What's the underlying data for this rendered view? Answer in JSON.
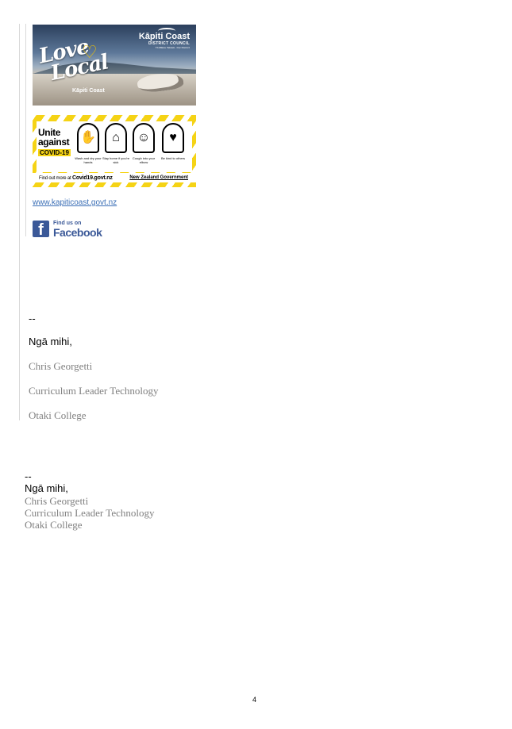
{
  "quoted_signature": {
    "love_local_banner": {
      "headline_line1": "Love",
      "headline_line2": "Local",
      "place_caption": "Kāpiti Coast",
      "logo_main": "Kāpiti Coast",
      "logo_sub": "DISTRICT COUNCIL",
      "logo_tagline": "Tō Mātou Takiwā · Our District"
    },
    "covid_banner": {
      "title_line1": "Unite",
      "title_line2": "against",
      "title_tag": "COVID-19",
      "icons": [
        {
          "icon": "washing-hands-icon",
          "caption": "Wash and dry your hands"
        },
        {
          "icon": "stay-home-icon",
          "caption": "Stay home if you're sick"
        },
        {
          "icon": "cough-elbow-icon",
          "caption": "Cough into your elbow"
        },
        {
          "icon": "heart-icon",
          "caption": "Be kind to others"
        }
      ],
      "find_more_prefix": "Find out more at ",
      "find_more_site": "Covid19.govt.nz",
      "nz_government": "New Zealand Government"
    },
    "website_link": "www.kapiticoast.govt.nz",
    "facebook": {
      "find_us": "Find us on",
      "label": "Facebook"
    },
    "dashes": "--",
    "closing": "Ngā mihi,",
    "name": "Chris Georgetti",
    "role": "Curriculum Leader Technology",
    "school": "Otaki College"
  },
  "signature": {
    "dashes": "--",
    "closing": "Ngā mihi,",
    "name": "Chris Georgetti",
    "role": "Curriculum Leader Technology",
    "school": "Otaki College"
  },
  "page_number": "4",
  "colors": {
    "link": "#3b6fb6",
    "facebook_blue": "#3b5998",
    "covid_yellow": "#f5d315",
    "signature_gray": "#808080"
  }
}
